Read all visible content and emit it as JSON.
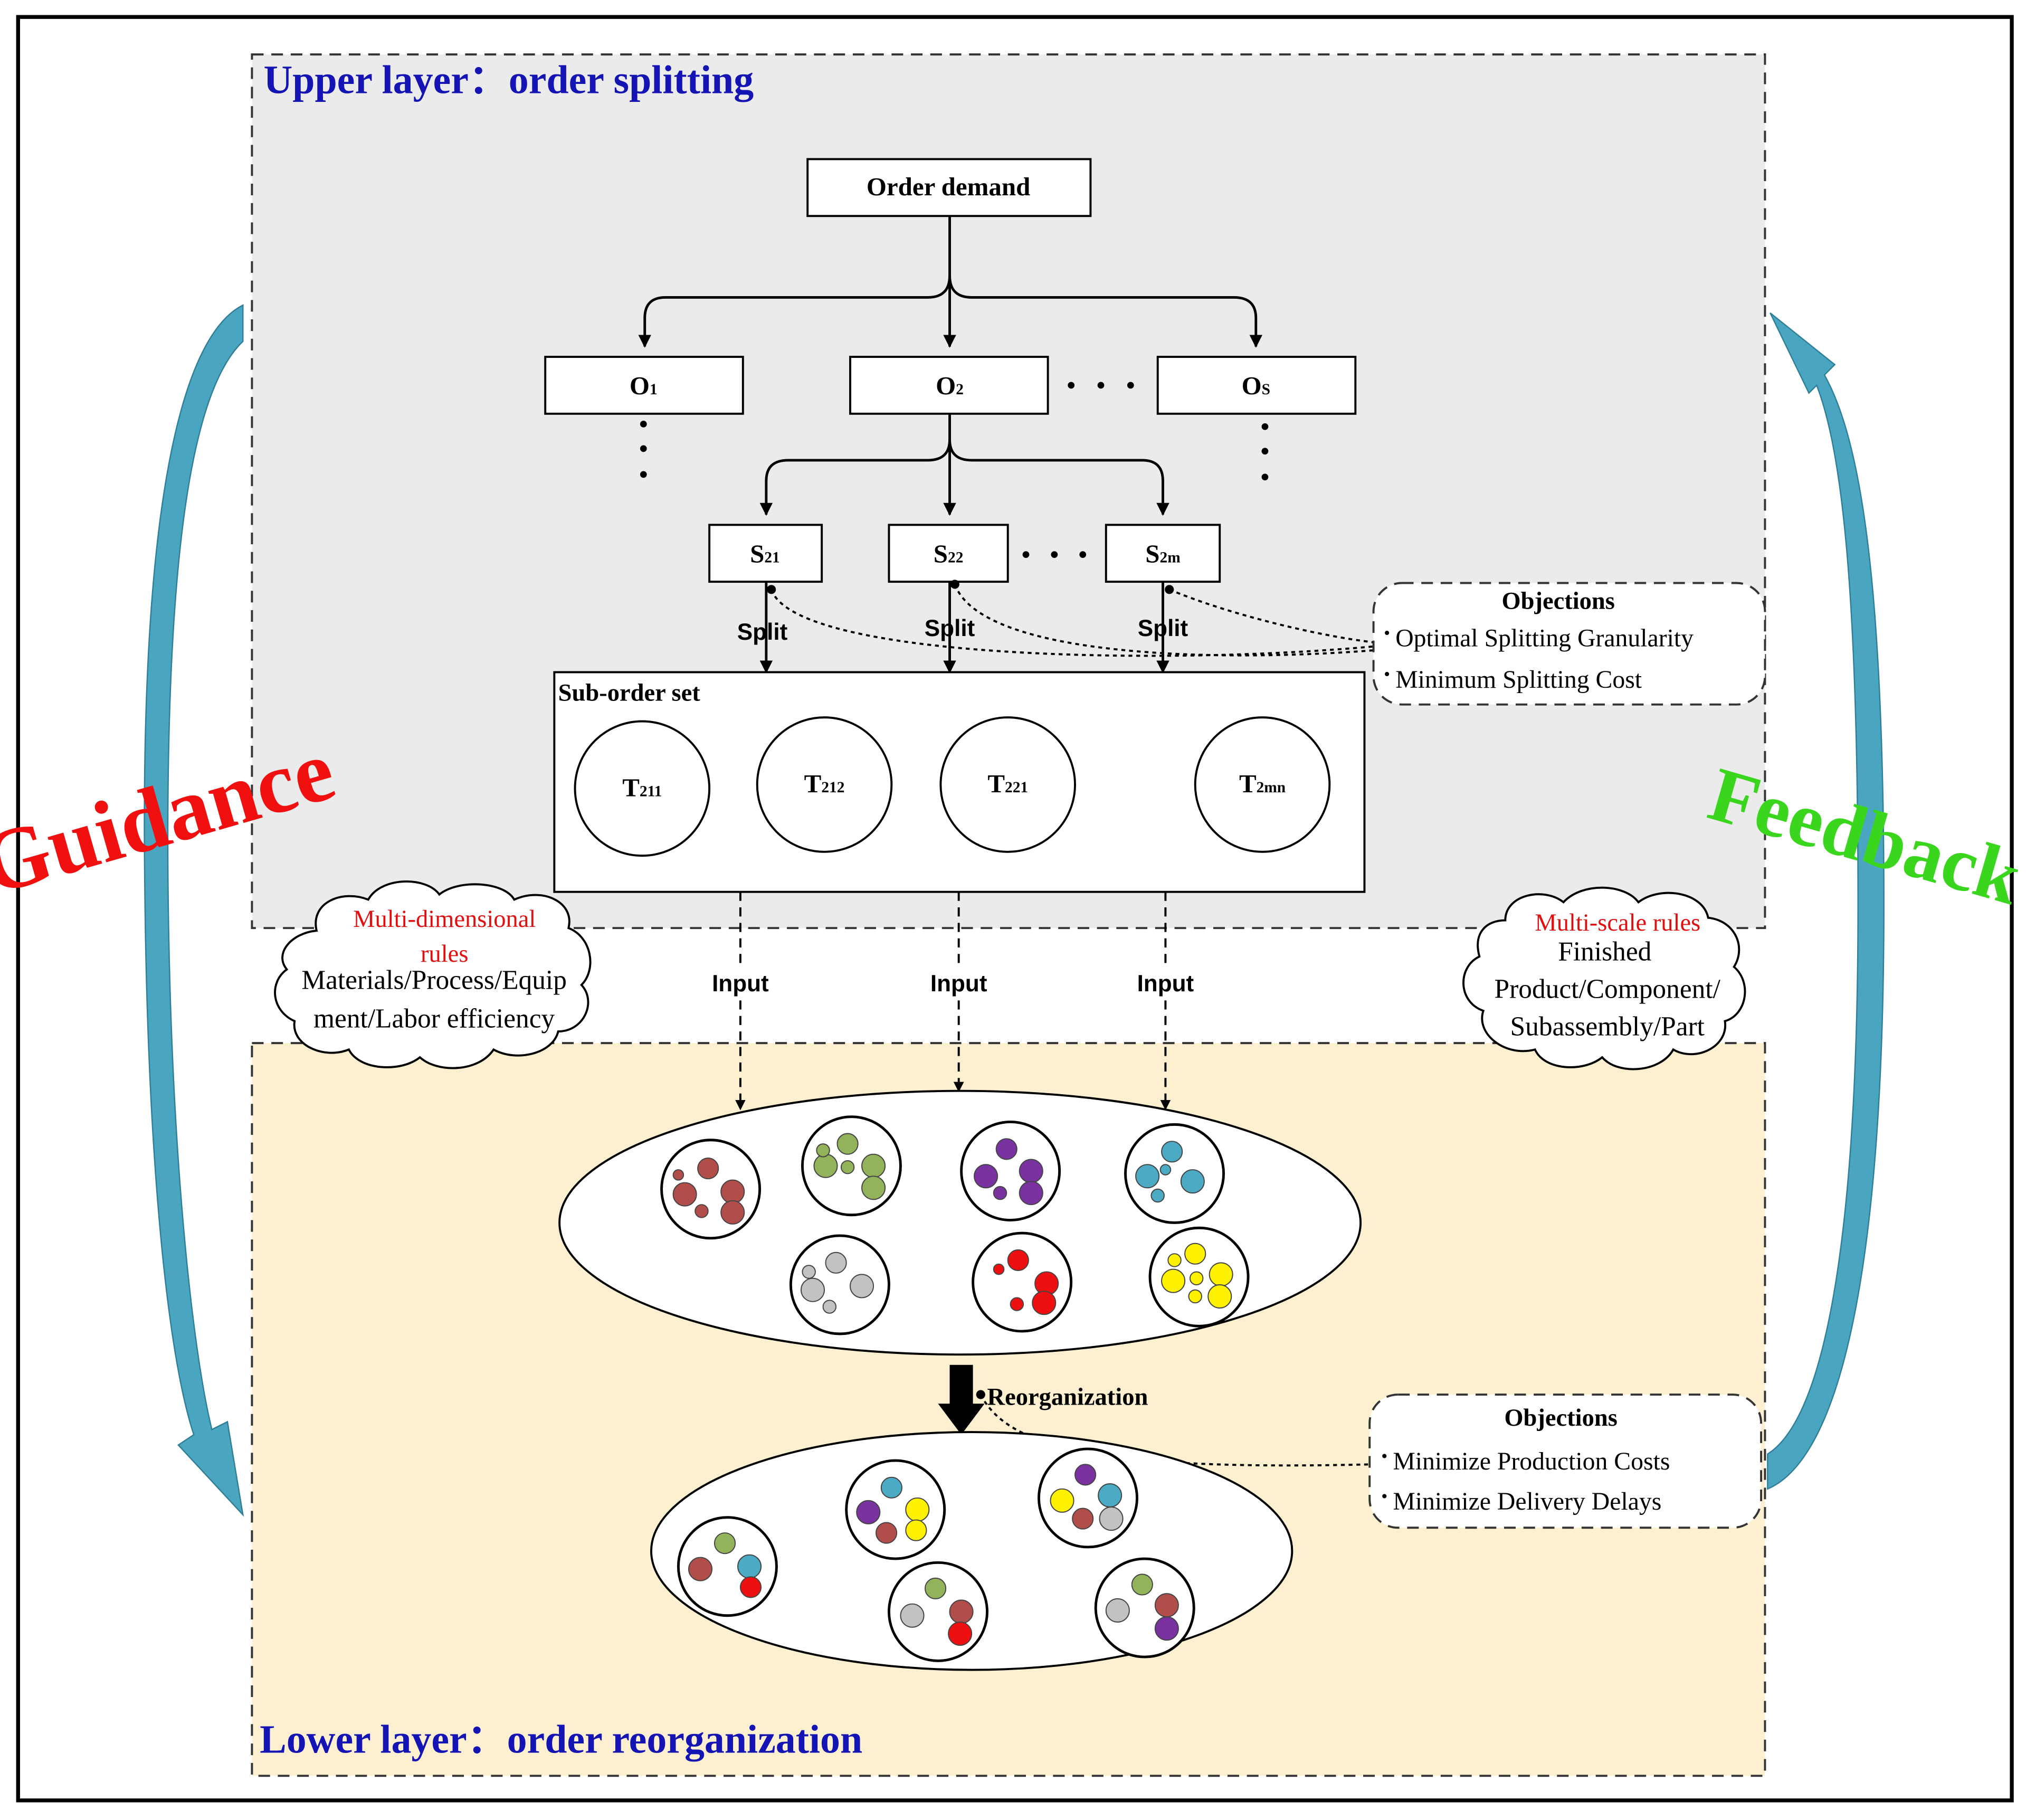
{
  "upper_layer": {
    "title": "Upper layer：order splitting",
    "order_demand": "Order demand",
    "orders": [
      {
        "main": "O",
        "sub": "1"
      },
      {
        "main": "O",
        "sub": "2"
      },
      {
        "main": "O",
        "sub": "S"
      }
    ],
    "sub_orders": [
      {
        "main": "S",
        "sub": "21"
      },
      {
        "main": "S",
        "sub": "22"
      },
      {
        "main": "S",
        "sub": "2m"
      }
    ],
    "split_label": "Split",
    "suborder_set_title": "Sub-order set",
    "tasks": [
      {
        "main": "T",
        "sub": "211"
      },
      {
        "main": "T",
        "sub": "212"
      },
      {
        "main": "T",
        "sub": "221"
      },
      {
        "main": "T",
        "sub": "2mn"
      }
    ],
    "objections": {
      "title": "Objections",
      "items": [
        "Optimal Splitting Granularity",
        "Minimum Splitting Cost"
      ]
    }
  },
  "middle": {
    "input_label": "Input",
    "multi_dimensional_rules": {
      "title": "Multi-dimensional rules",
      "title_lines": [
        "Multi-dimensional",
        "rules"
      ],
      "body_lines": [
        "Materials/Process/Equip",
        "ment/Labor efficiency"
      ]
    },
    "multi_scale_rules": {
      "title": "Multi-scale rules",
      "body_lines": [
        "Finished",
        "Product/Component/",
        "Subassembly/Part"
      ]
    }
  },
  "lower_layer": {
    "title": "Lower layer：order reorganization",
    "reorganization_label": "Reorganization",
    "objections": {
      "title": "Objections",
      "items": [
        "Minimize Production Costs",
        "Minimize Delivery Delays"
      ]
    }
  },
  "side_labels": {
    "guidance": "Guidance",
    "feedback": "Feedback"
  },
  "colors": {
    "upper_bg": "#ebebeb",
    "lower_bg": "#fdf0d0",
    "title_blue": "#1414b4",
    "rule_red": "#e01010",
    "guidance_red": "#f01010",
    "feedback_green": "#3ad61e",
    "arrow_teal": "#4aa6c0",
    "brown": "#b14e4a",
    "green": "#92b35a",
    "purple": "#7a32a0",
    "cyan": "#4baac4",
    "gray": "#c2c2c2",
    "red": "#ee1010",
    "yellow": "#fff200"
  }
}
